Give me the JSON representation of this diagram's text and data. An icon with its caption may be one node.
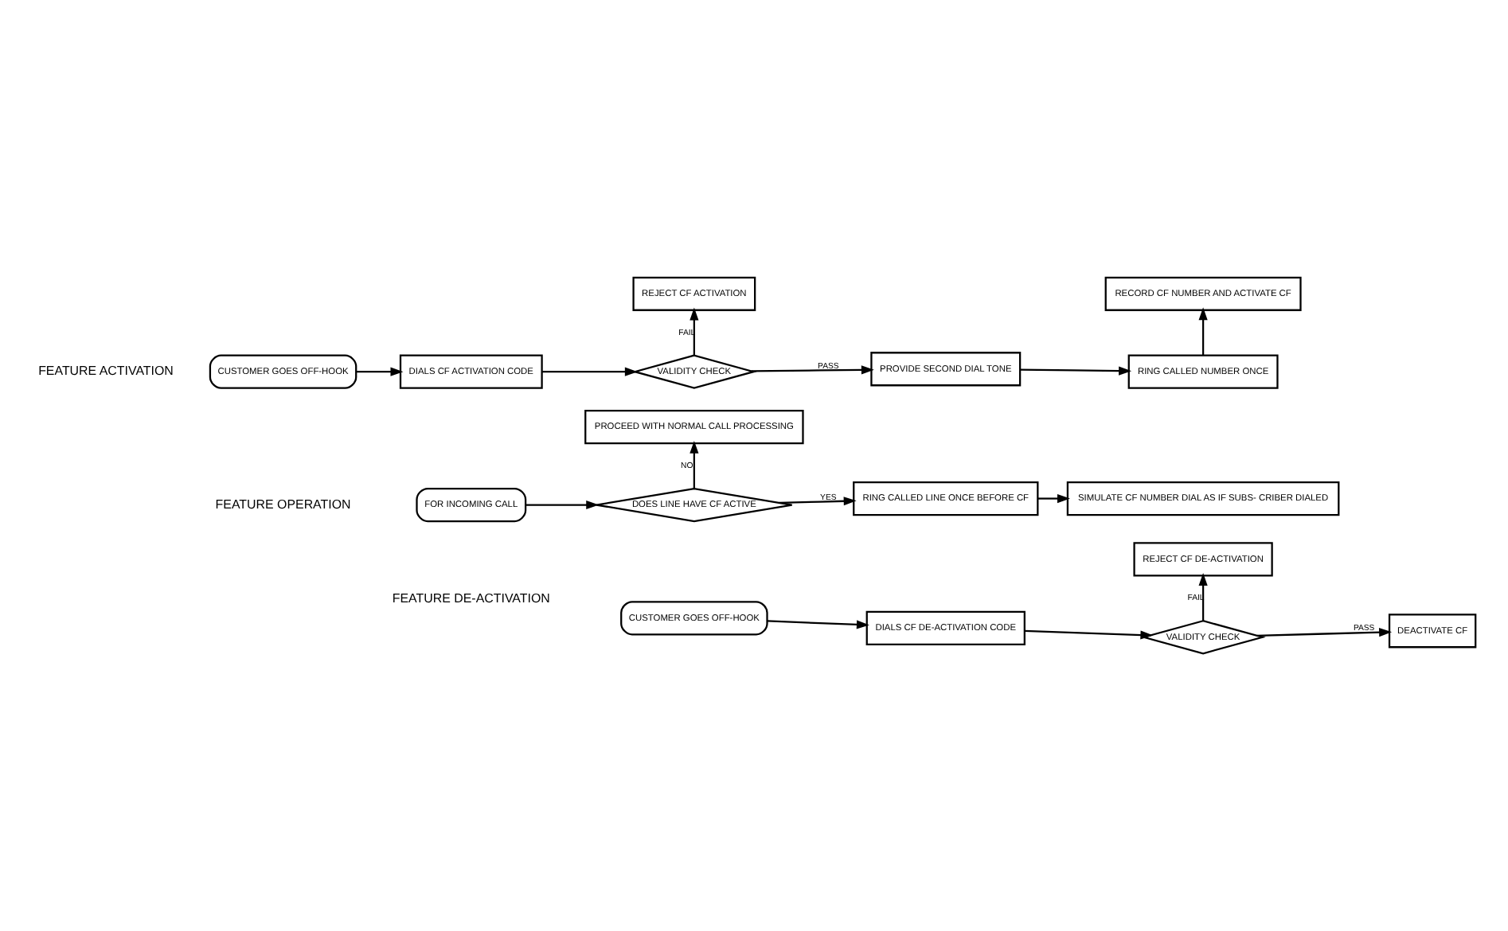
{
  "diagram": {
    "nodes": [
      {
        "text": [
          "CUSTOMER GOES OFF-HOOK"
        ]
      },
      {
        "text": [
          "DIALS CF ACTIVATION CODE"
        ]
      },
      {
        "text": [
          "VALIDITY CHECK"
        ]
      },
      {
        "text": [
          "PROVIDE SECOND DIAL TONE"
        ]
      },
      {
        "text": [
          "RING CALLED NUMBER ONCE"
        ]
      },
      {
        "text": [
          "REJECT CF ACTIVATION"
        ]
      },
      {
        "text": [
          "RECORD CF NUMBER AND ACTIVATE CF"
        ]
      },
      {
        "text": [
          "FOR INCOMING CALL"
        ]
      },
      {
        "text": [
          "DOES LINE HAVE CF ACTIVE"
        ]
      },
      {
        "text": [
          "RING CALLED LINE ONCE BEFORE CF"
        ]
      },
      {
        "text": [
          "SIMULATE CF NUMBER DIAL AS IF SUBS- CRIBER DIALED"
        ]
      },
      {
        "text": [
          "PROCEED WITH NORMAL CALL PROCESSING"
        ]
      },
      {
        "text": [
          "REJECT CF DE-ACTIVATION"
        ]
      },
      {
        "text": [
          "CUSTOMER GOES OFF-HOOK"
        ]
      },
      {
        "text": [
          "DIALS CF DE-ACTIVATION CODE"
        ]
      },
      {
        "text": [
          "VALIDITY CHECK"
        ]
      },
      {
        "text": [
          "DEACTIVATE CF"
        ]
      }
    ],
    "edges": [
      {
        "from": 0,
        "to": 1,
        "arrow": "to"
      },
      {
        "from": 1,
        "to": 2,
        "arrow": "to"
      },
      {
        "from": 2,
        "to": 3,
        "arrow": "to",
        "label": "PASS"
      },
      {
        "from": 3,
        "to": 4,
        "arrow": "to"
      },
      {
        "from": 2,
        "to": 5,
        "arrow": "to",
        "label": "FAIL"
      },
      {
        "from": 4,
        "to": 6,
        "arrow": "to"
      },
      {
        "from": 7,
        "to": 8,
        "arrow": "to"
      },
      {
        "from": 8,
        "to": 9,
        "arrow": "to",
        "label": "YES"
      },
      {
        "from": 9,
        "to": 10,
        "arrow": "to"
      },
      {
        "from": 8,
        "to": 11,
        "arrow": "to",
        "label": "NO"
      },
      {
        "from": 13,
        "to": 14,
        "arrow": "to"
      },
      {
        "from": 14,
        "to": 15,
        "arrow": "to"
      },
      {
        "from": 15,
        "to": 16,
        "arrow": "to",
        "label": "PASS"
      },
      {
        "from": 15,
        "to": 12,
        "arrow": "to",
        "label": "FAIL"
      }
    ],
    "labels": [
      "FEATURE ACTIVATION",
      "FEATURE OPERATION",
      "FEATURE DE-ACTIVATION"
    ]
  }
}
